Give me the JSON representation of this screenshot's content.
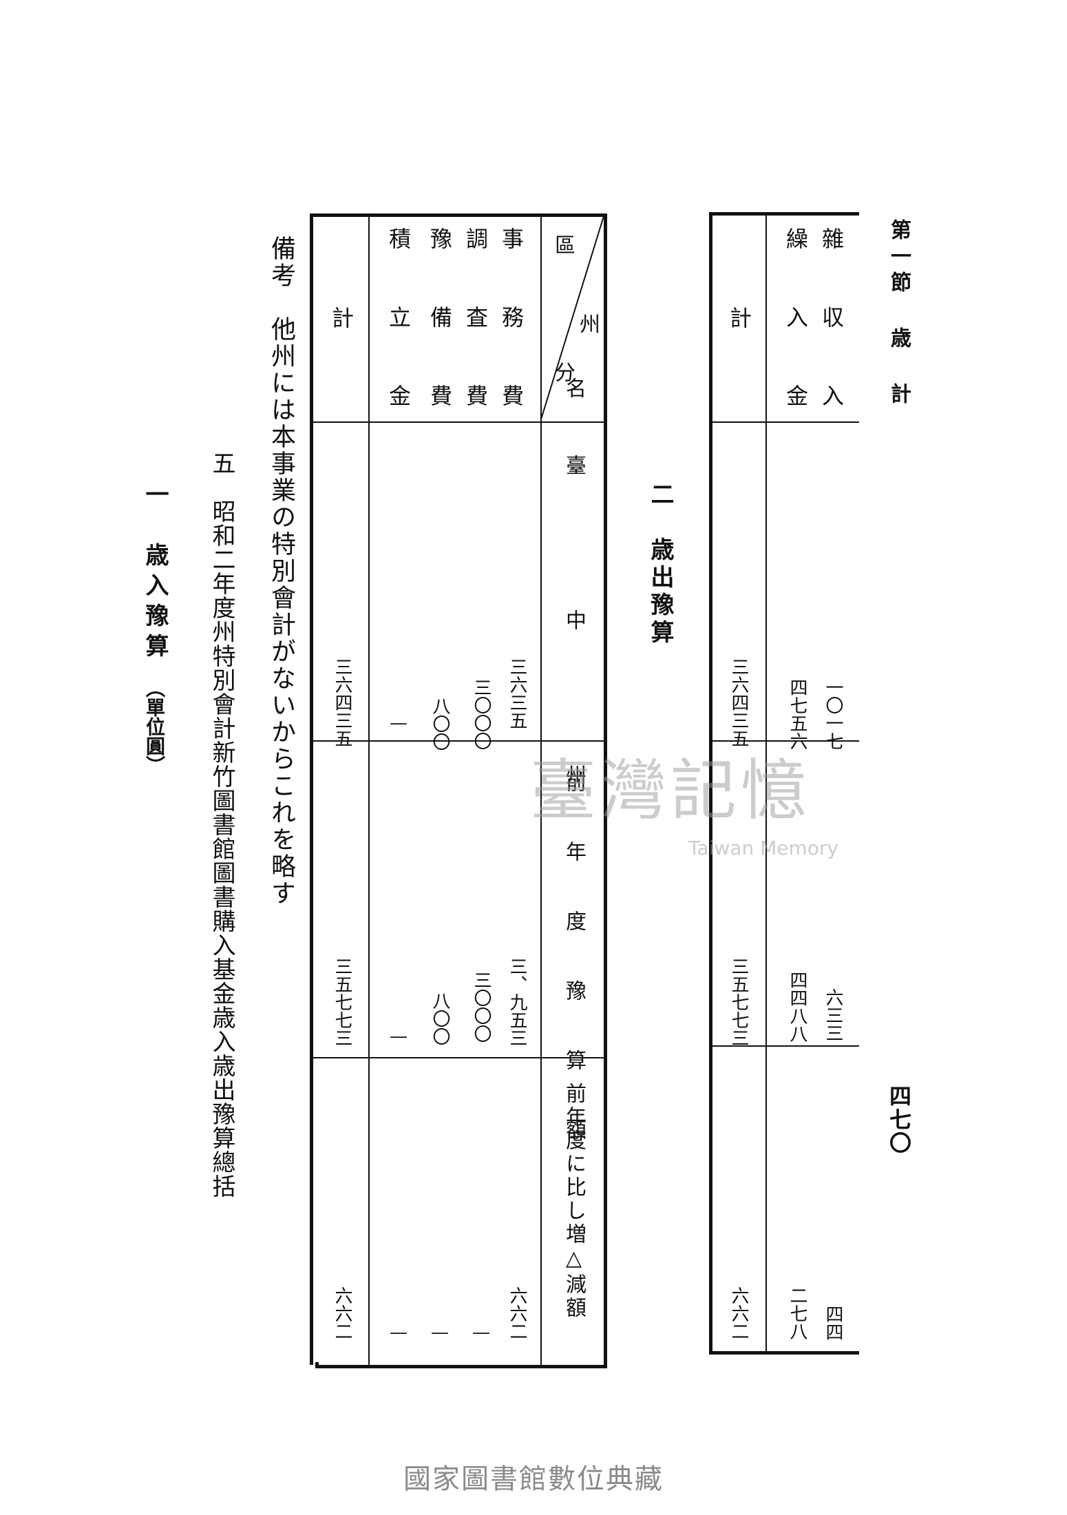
{
  "header": {
    "section_title": "第一節 歳 計",
    "page_number": "四七〇"
  },
  "table1": {
    "row_labels": [
      "雜 収 入",
      "繰 入 金",
      "計"
    ],
    "col_budget": [
      "一〇一七",
      "四七五六",
      "三六四三五"
    ],
    "col_prev": [
      "六三三",
      "四四八八",
      "三五七七三"
    ],
    "col_diff": [
      "四四",
      "二七八",
      "六六二"
    ]
  },
  "section2_heading": "二　歳出豫算",
  "table2": {
    "header_state": "州",
    "header_category": "區 分",
    "header_name": "名",
    "header_col1": "臺 中 州",
    "header_col2": "前 年 度 豫 算 額",
    "header_col3": "前年度に比し増△減額",
    "row_labels": [
      "事 務 費",
      "調 査 費",
      "豫 備 費",
      "積 立 金",
      "計"
    ],
    "col_budget": [
      "三六三五",
      "三〇〇〇",
      "八〇〇",
      "—",
      "三六四三五"
    ],
    "col_prev": [
      "三、九五三",
      "三〇〇〇",
      "八〇〇",
      "—",
      "三五七七三"
    ],
    "col_diff": [
      "六六二",
      "—",
      "—",
      "—",
      "六六二"
    ]
  },
  "remark": "備考　他州には本事業の特別會計がないからこれを略す",
  "section5_heading": "五　昭和二年度州特別會計新竹圖書館圖書購入基金歳入歳出豫算總括",
  "subsection1_heading": "一　歳入豫算",
  "unit_note": "（單位圓）",
  "watermark": {
    "main": "臺灣記憶",
    "sub": "Taiwan Memory"
  },
  "footer": "國家圖書館數位典藏"
}
